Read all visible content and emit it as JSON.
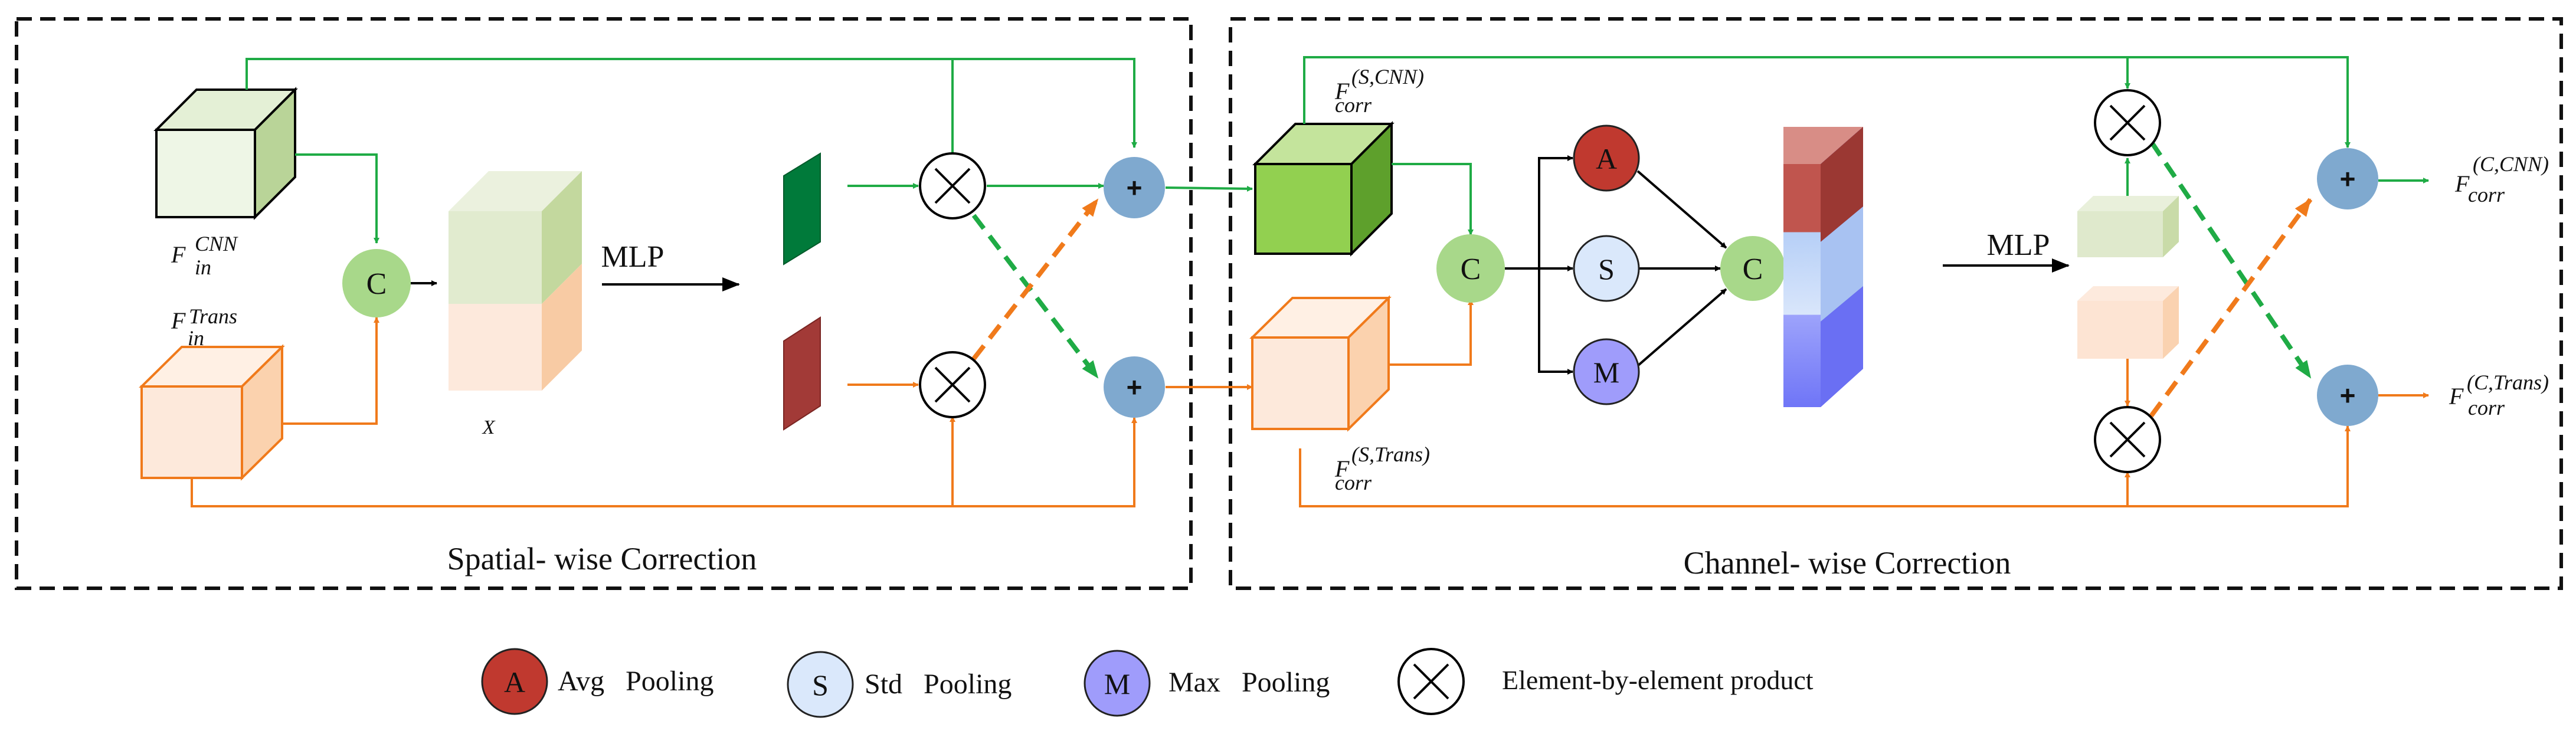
{
  "panels": {
    "spatial": {
      "title": "Spatial- wise Correction"
    },
    "channel": {
      "title": "Channel- wise Correction"
    }
  },
  "spatial": {
    "input_cnn": {
      "base": "F",
      "sub": "in",
      "sup": "CNN"
    },
    "input_trans": {
      "base": "F",
      "sub": "in",
      "sup": "Trans"
    },
    "concat_label": "C",
    "concat_output_label": "X",
    "mlp_label": "MLP",
    "add_label": "+"
  },
  "channel": {
    "input_cnn": {
      "base": "F",
      "sub": "corr",
      "sup": "(S,CNN)"
    },
    "input_trans": {
      "base": "F",
      "sub": "corr",
      "sup": "(S,Trans)"
    },
    "concat_label": "C",
    "avg_label": "A",
    "std_label": "S",
    "max_label": "M",
    "stat_concat_label": "C",
    "mlp_label": "MLP",
    "add_label": "+",
    "output_cnn": {
      "base": "F",
      "sub": "corr",
      "sup": "(C,CNN)"
    },
    "output_trans": {
      "base": "F",
      "sub": "corr",
      "sup": "(C,Trans)"
    }
  },
  "legend": {
    "avg": {
      "symbol": "A",
      "label": "Avg   Pooling"
    },
    "std": {
      "symbol": "S",
      "label": "Std   Pooling"
    },
    "max": {
      "symbol": "M",
      "label": "Max   Pooling"
    },
    "product": {
      "label": "Element-by-element product"
    }
  },
  "colors": {
    "cnn_stream": "#1fab45",
    "trans_stream": "#f07a1b",
    "concat_node": "#a8d88a",
    "add_node": "#7fa9cf",
    "avg_pool": "#c0392f",
    "std_pool": "#dae8fb",
    "max_pool": "#9f9cfb"
  }
}
